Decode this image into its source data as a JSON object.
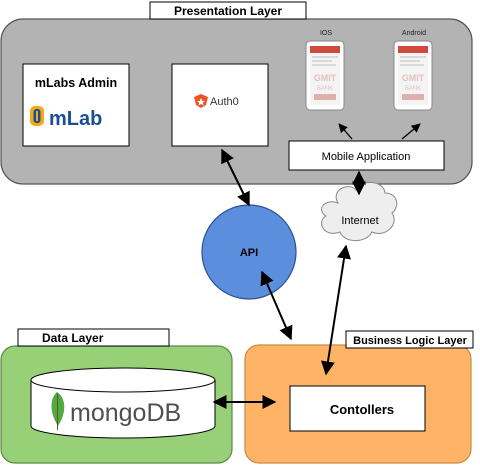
{
  "presentation_layer": {
    "title": "Presentation Layer",
    "mlabs_admin": {
      "title": "mLabs Admin",
      "logo_text": "mLab"
    },
    "auth0": {
      "logo_text": "Auth0"
    },
    "ios": {
      "label": "IOS"
    },
    "android": {
      "label": "Android"
    },
    "phone_screen_text": {
      "brand": "GMIT",
      "sub": "BANK"
    },
    "mobile_application": {
      "label": "Mobile Application"
    }
  },
  "internet": {
    "label": "Internet"
  },
  "api": {
    "label": "API"
  },
  "data_layer": {
    "title": "Data Layer",
    "mongodb": {
      "logo_text_a": "mongo",
      "logo_text_b": "DB"
    }
  },
  "business_logic_layer": {
    "title": "Business Logic Layer",
    "controllers": {
      "label": "Contollers"
    }
  },
  "colors": {
    "presentation_fill": "#B3B3B3",
    "data_layer_fill": "#97D077",
    "business_fill": "#FFB366",
    "api_fill": "#5B8FDE",
    "internet_fill": "#EEEEEE",
    "phone_accent": "#D04A3F",
    "mlab_blue": "#1A4F93",
    "mlab_gold": "#F4A91B",
    "auth0_red": "#EB5424",
    "mongo_green": "#4FAA41",
    "mongo_text": "#4F4F4F"
  }
}
